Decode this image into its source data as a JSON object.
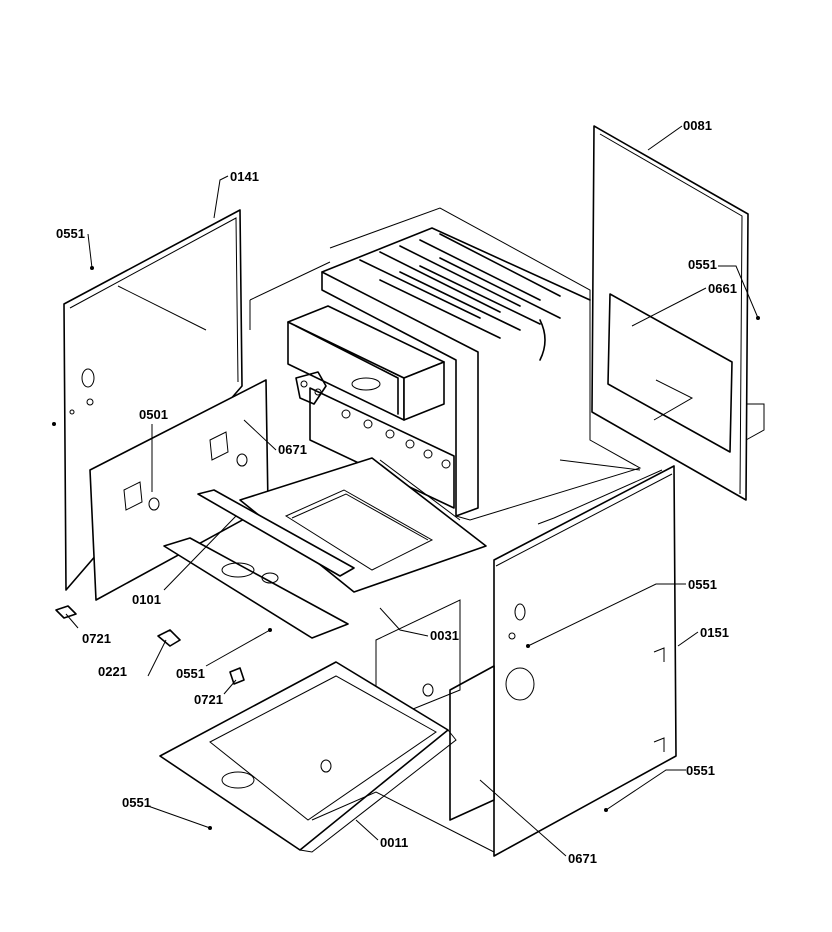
{
  "diagram": {
    "labels": [
      {
        "id": "label-0081",
        "text": "0081"
      },
      {
        "id": "label-0141",
        "text": "0141"
      },
      {
        "id": "label-0551-upper-left",
        "text": "0551"
      },
      {
        "id": "label-0551-upper-right",
        "text": "0551"
      },
      {
        "id": "label-0661",
        "text": "0661"
      },
      {
        "id": "label-0501",
        "text": "0501"
      },
      {
        "id": "label-0671-upper",
        "text": "0671"
      },
      {
        "id": "label-0101",
        "text": "0101"
      },
      {
        "id": "label-0721-left",
        "text": "0721"
      },
      {
        "id": "label-0221",
        "text": "0221"
      },
      {
        "id": "label-0551-mid",
        "text": "0551"
      },
      {
        "id": "label-0721-mid",
        "text": "0721"
      },
      {
        "id": "label-0031",
        "text": "0031"
      },
      {
        "id": "label-0551-right-upper",
        "text": "0551"
      },
      {
        "id": "label-0151",
        "text": "0151"
      },
      {
        "id": "label-0551-right-lower",
        "text": "0551"
      },
      {
        "id": "label-0551-lower-left",
        "text": "0551"
      },
      {
        "id": "label-0011",
        "text": "0011"
      },
      {
        "id": "label-0671-lower",
        "text": "0671"
      }
    ]
  }
}
